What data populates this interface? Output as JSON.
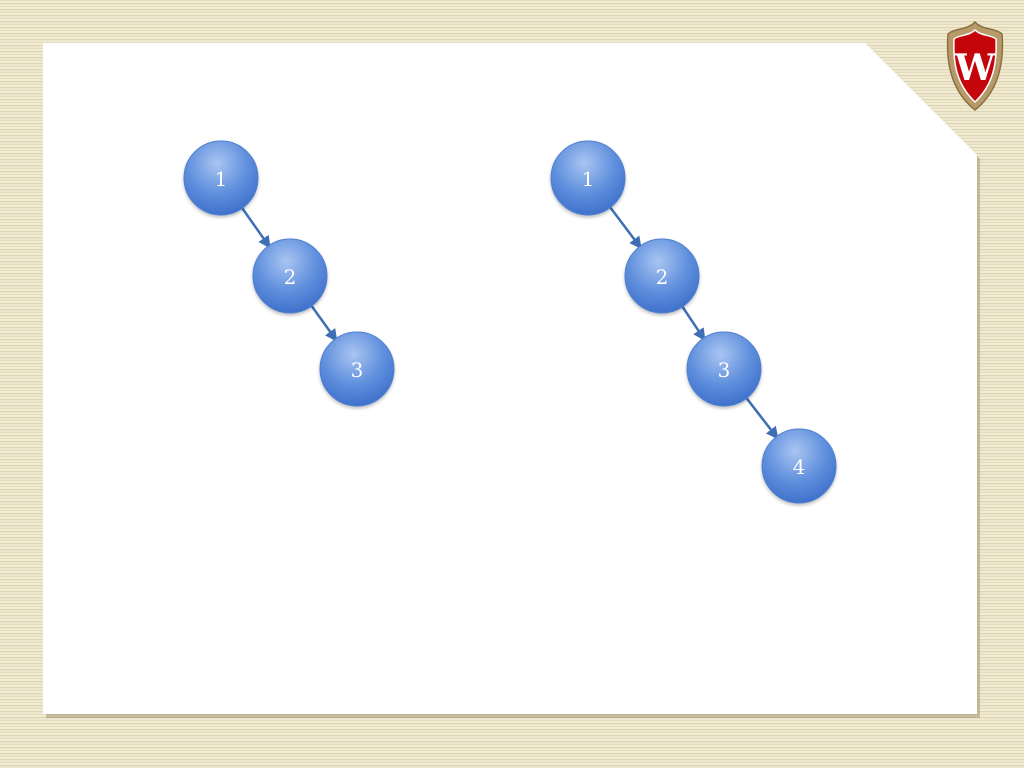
{
  "logo": {
    "name": "university-crest-icon",
    "letter": "W",
    "colors": {
      "shield": "#c5050c",
      "frame": "#b79a6a"
    }
  },
  "colors": {
    "node_fill_top": "#8fb3ea",
    "node_fill_bottom": "#3d72d0",
    "edge": "#3e6fb3",
    "background": "#ece5c9",
    "panel": "#ffffff"
  },
  "diagrams": [
    {
      "id": "tree-left",
      "nodes": [
        {
          "id": "1",
          "label": "1"
        },
        {
          "id": "2",
          "label": "2"
        },
        {
          "id": "3",
          "label": "3"
        }
      ],
      "edges": [
        {
          "from": "1",
          "to": "2"
        },
        {
          "from": "2",
          "to": "3"
        }
      ]
    },
    {
      "id": "tree-right",
      "nodes": [
        {
          "id": "1",
          "label": "1"
        },
        {
          "id": "2",
          "label": "2"
        },
        {
          "id": "3",
          "label": "3"
        },
        {
          "id": "4",
          "label": "4"
        }
      ],
      "edges": [
        {
          "from": "1",
          "to": "2"
        },
        {
          "from": "2",
          "to": "3"
        },
        {
          "from": "3",
          "to": "4"
        }
      ]
    }
  ]
}
